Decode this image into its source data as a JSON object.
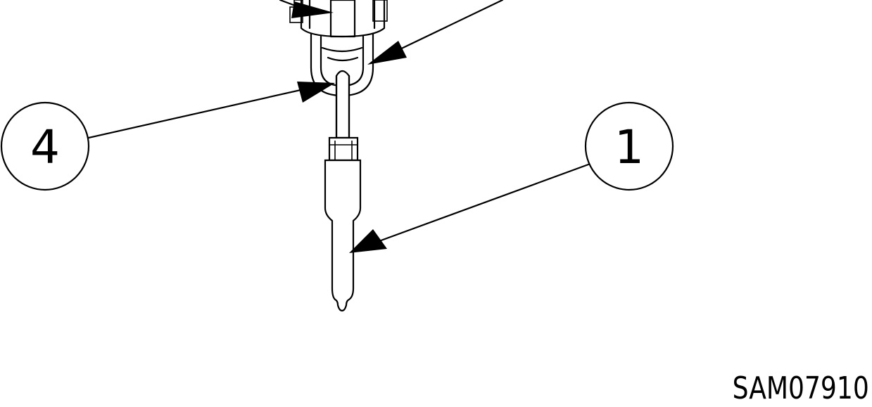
{
  "callouts": [
    {
      "id": "callout-1",
      "label": "1"
    },
    {
      "id": "callout-4",
      "label": "4"
    }
  ],
  "figure_id": "SAM07910"
}
